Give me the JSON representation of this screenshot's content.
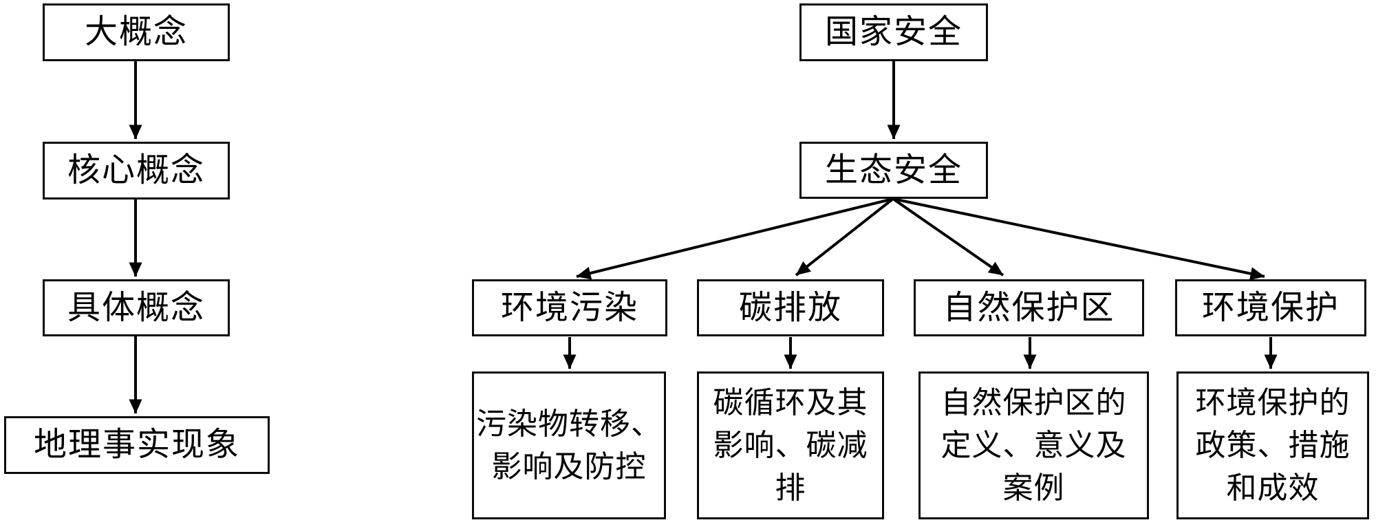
{
  "colors": {
    "background": "#ffffff",
    "line": "#000000",
    "box_border": "#0a0a0a",
    "box_fill": "#ffffff",
    "text": "#000000"
  },
  "left_chain": {
    "nodes": [
      {
        "label": "大概念"
      },
      {
        "label": "核心概念"
      },
      {
        "label": "具体概念"
      },
      {
        "label": "地理事实现象"
      }
    ]
  },
  "right_tree": {
    "root": {
      "label": "国家安全"
    },
    "child": {
      "label": "生态安全"
    },
    "branches": [
      {
        "label": "环境污染",
        "detail": "污染物转移、\n影响及防控"
      },
      {
        "label": "碳排放",
        "detail": "碳循环及其\n影响、碳减\n排"
      },
      {
        "label": "自然保护区",
        "detail": "自然保护区的\n定义、意义及\n案例"
      },
      {
        "label": "环境保护",
        "detail": "环境保护的\n政策、措施\n和成效"
      }
    ]
  }
}
